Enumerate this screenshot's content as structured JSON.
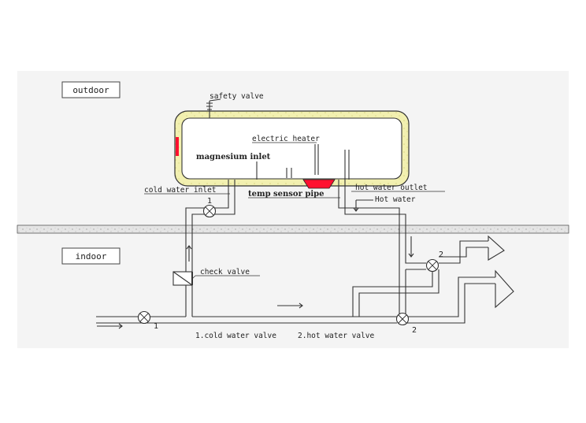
{
  "zones": {
    "outdoor": "outdoor",
    "indoor": "indoor"
  },
  "labels": {
    "safety_valve": "safety valve",
    "electric_heater": "electric heater",
    "magnesium_inlet": "magnesium inlet",
    "cold_water_inlet": "cold water inlet",
    "temp_sensor_pipe": "temp sensor pipe",
    "hot_water_outlet": "hot water outlet",
    "hot_water": "Hot water",
    "check_valve": "check valve"
  },
  "valve_numbers": {
    "v1_top": "1",
    "v1_bottom": "1",
    "v2_right": "2",
    "v2_bottom": "2"
  },
  "legend": {
    "cold": "1.cold water valve",
    "hot": "2.hot water valve"
  },
  "colors": {
    "heater_element": "#ff1030",
    "tank_insulation": "#f2f0b0",
    "ground": "#e6e6e6"
  }
}
